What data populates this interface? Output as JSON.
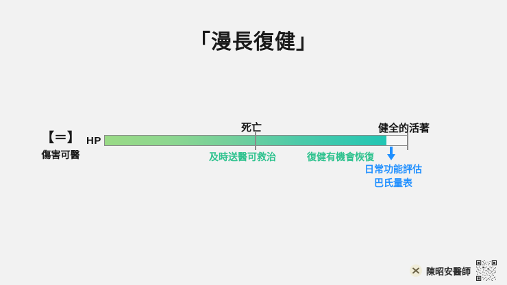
{
  "slide": {
    "title": "「漫長復健」",
    "background_color": "#f2f2f2"
  },
  "left_label": {
    "symbol": "【＝】",
    "text": "傷害可醫"
  },
  "hp_bar": {
    "label": "HP",
    "gradient_start_color": "#9ada86",
    "gradient_end_color": "#22c6b4",
    "outline_color": "#8a8a8a",
    "fill_percent": 93,
    "ticks": [
      {
        "name": "death",
        "position_percent": 49
      },
      {
        "name": "healthy",
        "position_percent": 99
      }
    ]
  },
  "markers": {
    "death": "死亡",
    "healthy": "健全的活著"
  },
  "captions": {
    "rescue": "及時送醫可救治",
    "rehab": "復健有機會恢復",
    "teal_color": "#2ec28e"
  },
  "assessment": {
    "arrow_icon": "arrow-down-icon",
    "line1": "日常功能評估",
    "line2": "巴氏量表",
    "blue_color": "#1f8fff"
  },
  "footer": {
    "logo_icon": "brand-circle-logo-icon",
    "name": "陳昭安醫師",
    "qr_icon": "qr-code-icon"
  }
}
